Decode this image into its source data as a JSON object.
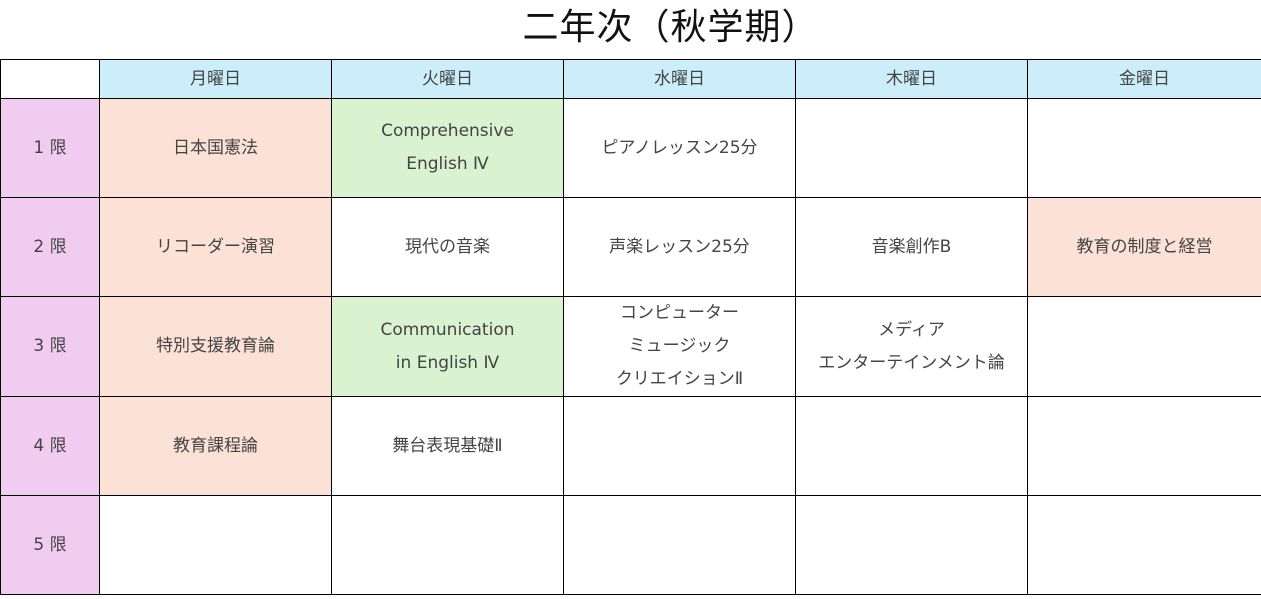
{
  "title": "二年次（秋学期）",
  "colors": {
    "header": "#cceefa",
    "period": "#f0cdf0",
    "orange": "#fce1d6",
    "green": "#d9f2d0",
    "white": "#ffffff"
  },
  "days": [
    "月曜日",
    "火曜日",
    "水曜日",
    "木曜日",
    "金曜日"
  ],
  "periods": [
    {
      "label": "1 限",
      "cells": [
        {
          "text": "日本国憲法",
          "color": "orange"
        },
        {
          "text": "Comprehensive\nEnglish Ⅳ",
          "color": "green"
        },
        {
          "text": "ピアノレッスン25分",
          "color": "white"
        },
        {
          "text": "",
          "color": "white"
        },
        {
          "text": "",
          "color": "white"
        }
      ]
    },
    {
      "label": "2 限",
      "cells": [
        {
          "text": "リコーダー演習",
          "color": "orange"
        },
        {
          "text": "現代の音楽",
          "color": "white"
        },
        {
          "text": "声楽レッスン25分",
          "color": "white"
        },
        {
          "text": "音楽創作B",
          "color": "white"
        },
        {
          "text": "教育の制度と経営",
          "color": "orange"
        }
      ]
    },
    {
      "label": "3 限",
      "cells": [
        {
          "text": "特別支援教育論",
          "color": "orange"
        },
        {
          "text": "Communication\nin English Ⅳ",
          "color": "green"
        },
        {
          "text": "コンピューター\nミュージック\nクリエイションⅡ",
          "color": "white"
        },
        {
          "text": "メディア\nエンターテインメント論",
          "color": "white"
        },
        {
          "text": "",
          "color": "white"
        }
      ]
    },
    {
      "label": "4 限",
      "cells": [
        {
          "text": "教育課程論",
          "color": "orange"
        },
        {
          "text": "舞台表現基礎Ⅱ",
          "color": "white"
        },
        {
          "text": "",
          "color": "white"
        },
        {
          "text": "",
          "color": "white"
        },
        {
          "text": "",
          "color": "white"
        }
      ]
    },
    {
      "label": "5 限",
      "cells": [
        {
          "text": "",
          "color": "white"
        },
        {
          "text": "",
          "color": "white"
        },
        {
          "text": "",
          "color": "white"
        },
        {
          "text": "",
          "color": "white"
        },
        {
          "text": "",
          "color": "white"
        }
      ]
    }
  ]
}
